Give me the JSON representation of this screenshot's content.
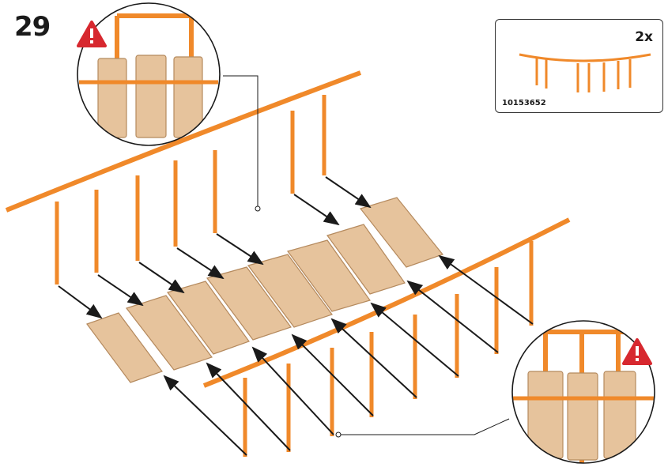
{
  "step": {
    "number": "29"
  },
  "part": {
    "quantity": "2x",
    "number": "10153652"
  },
  "colors": {
    "rope": "#f0892a",
    "rope_dark": "#c9651a",
    "plank": "#e6c39c",
    "plank_line": "#b58a5e",
    "warning": "#d7282f",
    "arrow": "#1a1a1a"
  },
  "icons": [
    "warning-icon",
    "warning-icon"
  ]
}
